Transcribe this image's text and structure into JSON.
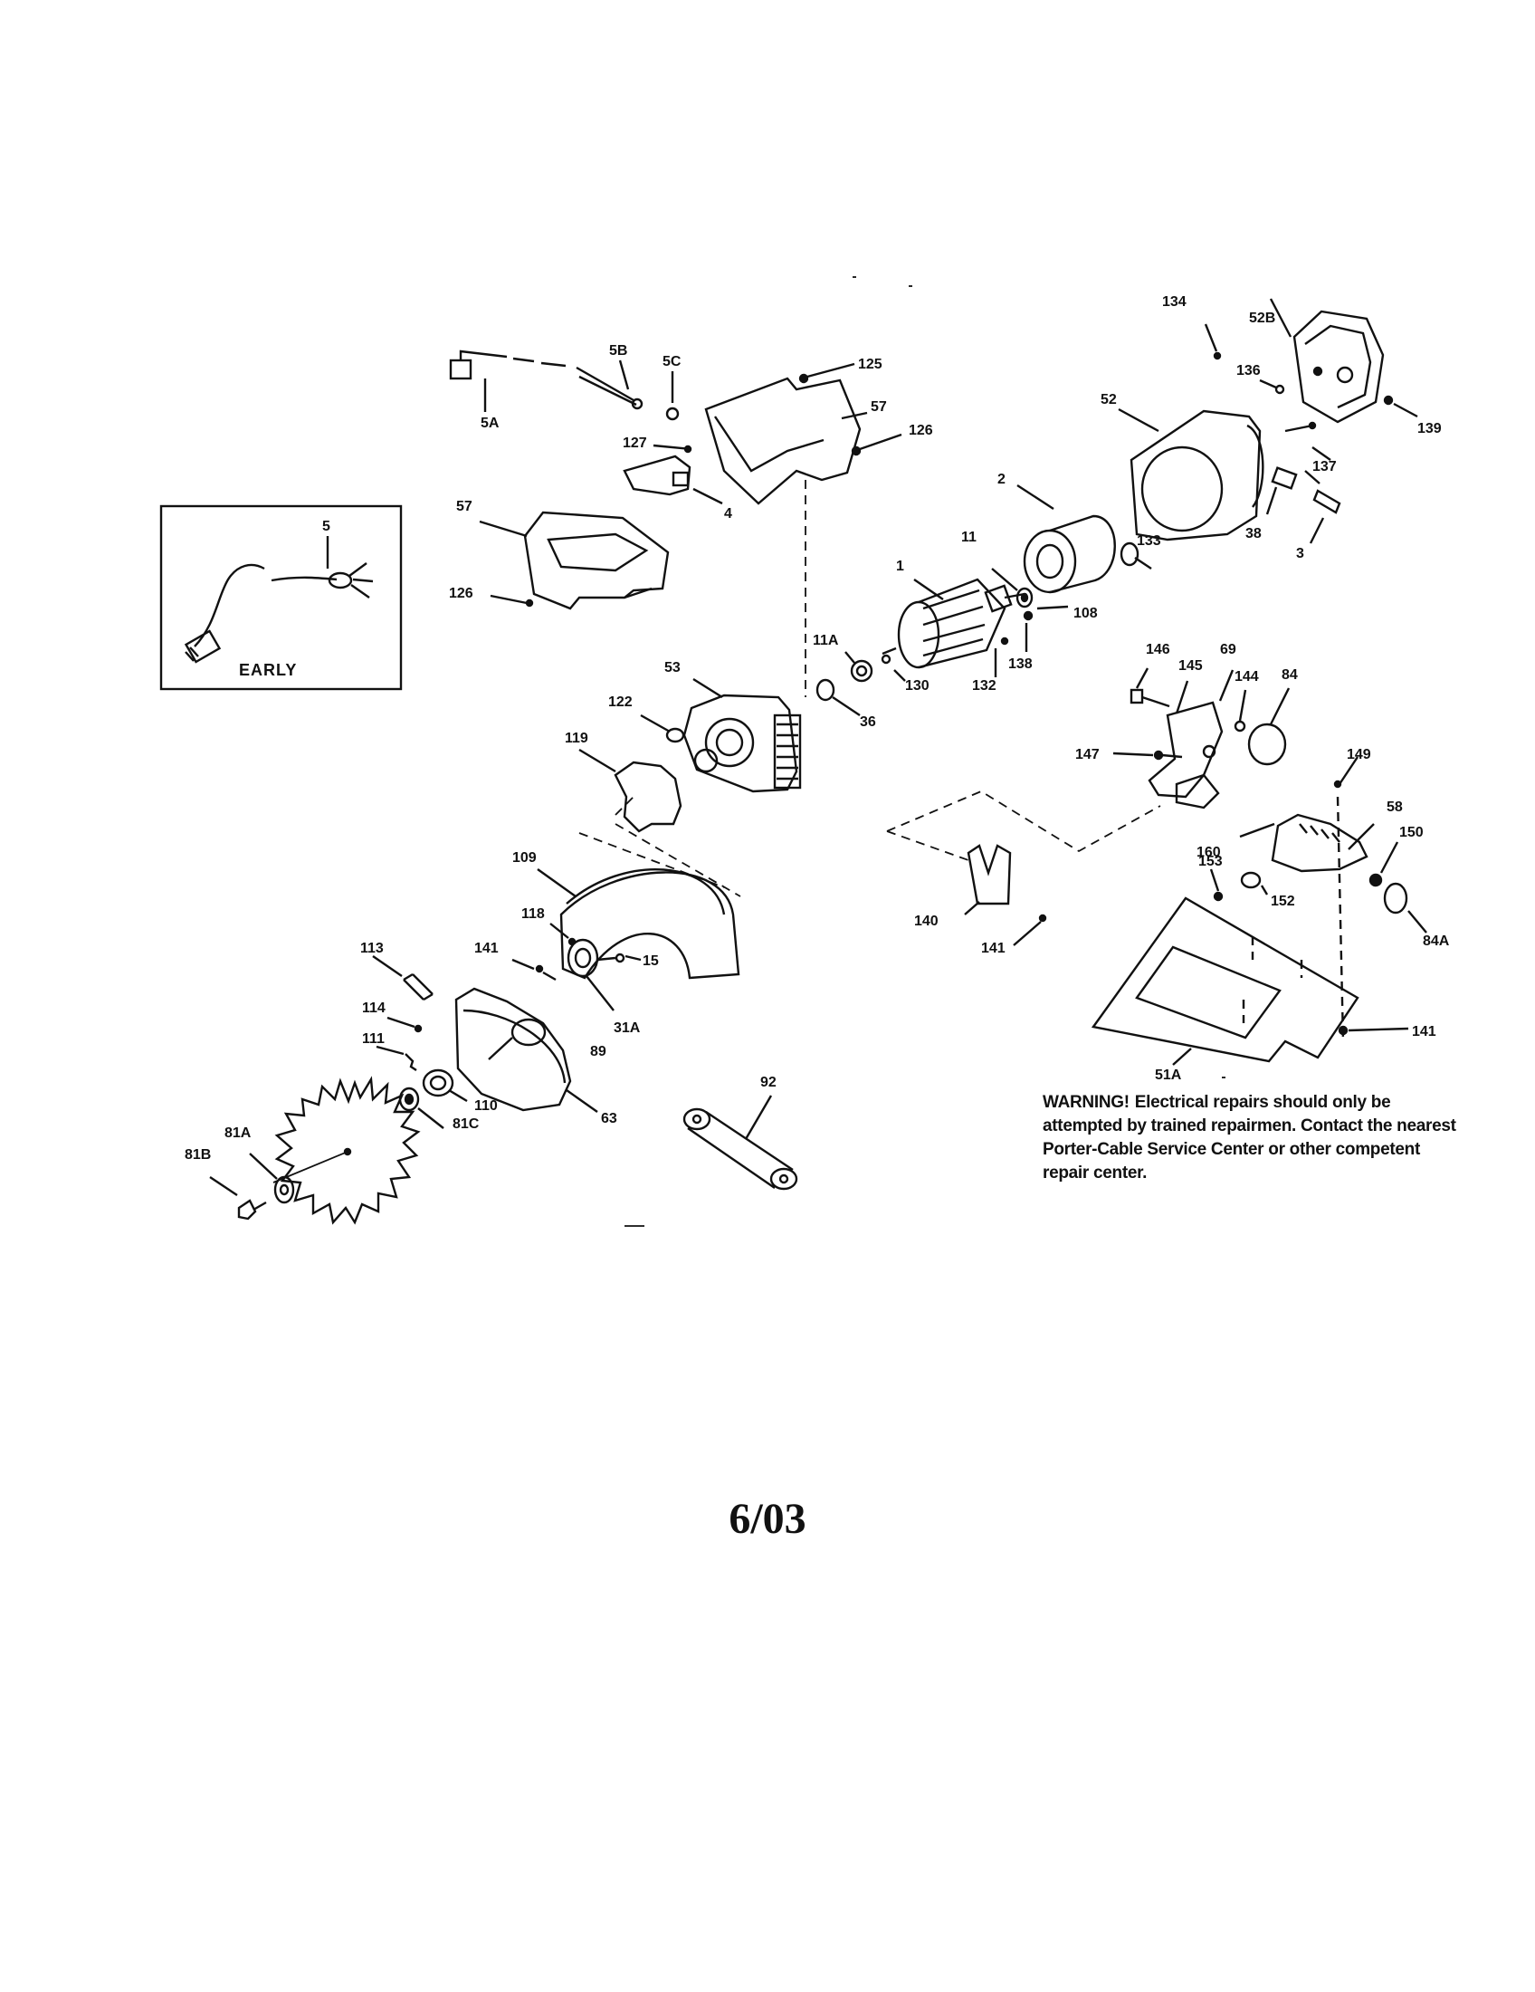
{
  "diagram": {
    "labels": {
      "l5": "5",
      "l5a": "5A",
      "l5b": "5B",
      "l5c": "5C",
      "l125": "125",
      "l57a": "57",
      "l57b": "57",
      "l126a": "126",
      "l126b": "126",
      "l127": "127",
      "l4": "4",
      "l134": "134",
      "l52b": "52B",
      "l136": "136",
      "l52": "52",
      "l139": "139",
      "l137": "137",
      "l2": "2",
      "l11": "11",
      "l133": "133",
      "l38": "38",
      "l3": "3",
      "l1": "1",
      "l108": "108",
      "l11a": "11A",
      "l130": "130",
      "l138": "138",
      "l132": "132",
      "l53": "53",
      "l36": "36",
      "l122": "122",
      "l119": "119",
      "l146": "146",
      "l145": "145",
      "l69": "69",
      "l144": "144",
      "l84": "84",
      "l147": "147",
      "l149": "149",
      "l58": "58",
      "l150": "150",
      "l160": "160",
      "l153": "153",
      "l152": "152",
      "l84a": "84A",
      "l140": "140",
      "l141a": "141",
      "l141b": "141",
      "l141c": "141",
      "l51a": "51A",
      "l109": "109",
      "l118": "118",
      "l15": "15",
      "l31a": "31A",
      "l89": "89",
      "l113": "113",
      "l114": "114",
      "l111": "111",
      "l110": "110",
      "l63": "63",
      "l81a": "81A",
      "l81b": "81B",
      "l81c": "81C",
      "l92": "92"
    },
    "inset_label": "EARLY",
    "warning_heading": "WARNING!",
    "warning_text": "Electrical repairs should only be attempted by trained repairmen. Contact the nearest Porter-Cable Service Center or other competent repair center."
  },
  "footer": {
    "date_code": "6/03"
  }
}
